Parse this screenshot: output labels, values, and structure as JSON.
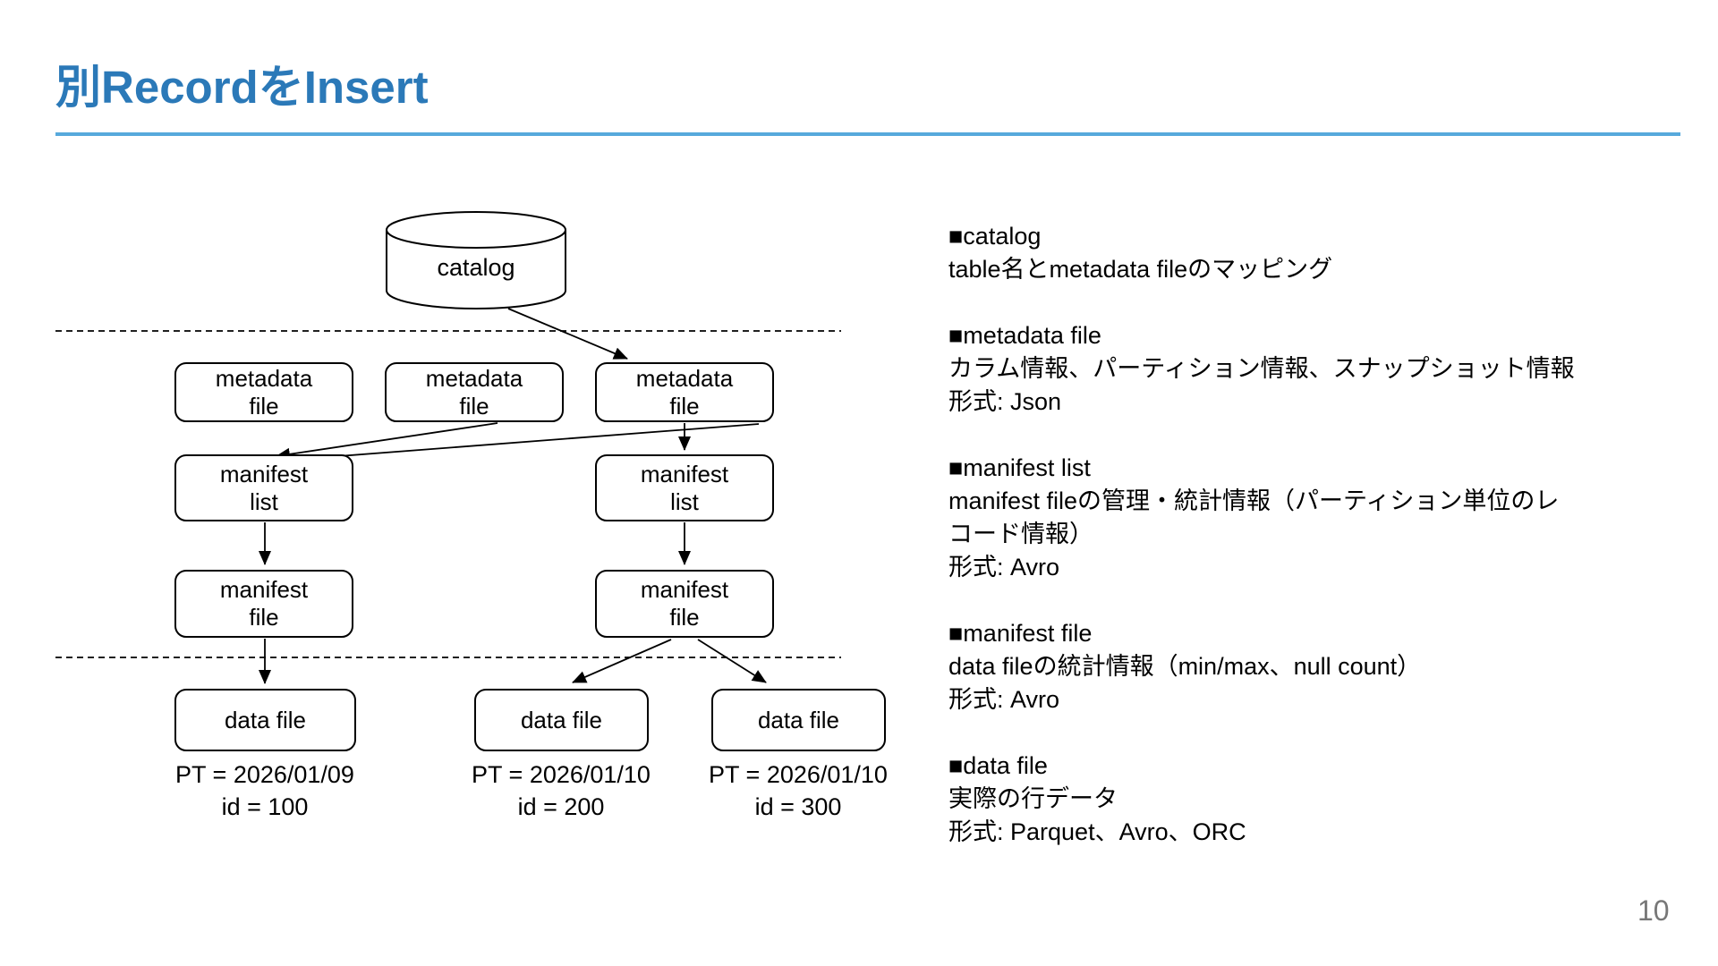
{
  "slide": {
    "title": "別RecordをInsert",
    "page_number": "10",
    "title_color": "#2B79B8",
    "rule_color": "#57A9DC"
  },
  "diagram": {
    "catalog_label": "catalog",
    "metadata_file_label": "metadata\nfile",
    "manifest_list_label": "manifest\nlist",
    "manifest_file_label": "manifest\nfile",
    "data_file_label": "data file",
    "partition_labels": [
      "PT = 2026/01/09\nid = 100",
      "PT = 2026/01/10\nid = 200",
      "PT = 2026/01/10\nid = 300"
    ]
  },
  "notes": [
    {
      "heading": "■catalog",
      "lines": [
        "table名とmetadata fileのマッピング"
      ]
    },
    {
      "heading": "■metadata file",
      "lines": [
        "カラム情報、パーティション情報、スナップショット情報",
        "形式: Json"
      ]
    },
    {
      "heading": "■manifest list",
      "lines": [
        "manifest fileの管理・統計情報（パーティション単位のレ",
        "コード情報）",
        "形式: Avro"
      ]
    },
    {
      "heading": "■manifest file",
      "lines": [
        "data fileの統計情報（min/max、null count）",
        "形式: Avro"
      ]
    },
    {
      "heading": "■data file",
      "lines": [
        "実際の行データ",
        "形式: Parquet、Avro、ORC"
      ]
    }
  ]
}
